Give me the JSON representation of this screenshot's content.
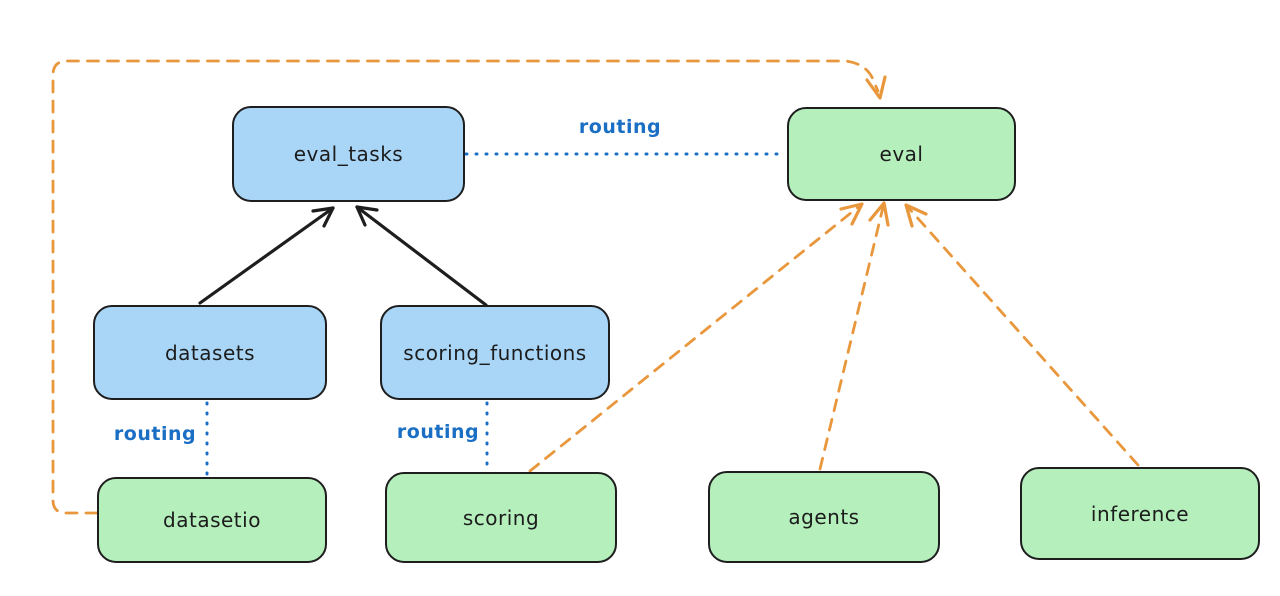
{
  "colors": {
    "background": "#ffffff",
    "api_fill": "#a9d6f7",
    "provider_fill": "#b4efbc",
    "stroke": "#1e1e1e",
    "black_arrow": "#1e1e1e",
    "routing": "#1a6fc4",
    "orange": "#e9973d"
  },
  "nodes": [
    {
      "id": "eval_tasks",
      "label": "eval_tasks",
      "kind": "api"
    },
    {
      "id": "eval",
      "label": "eval",
      "kind": "provider"
    },
    {
      "id": "datasets",
      "label": "datasets",
      "kind": "api"
    },
    {
      "id": "scoring_functions",
      "label": "scoring_functions",
      "kind": "api"
    },
    {
      "id": "datasetio",
      "label": "datasetio",
      "kind": "provider"
    },
    {
      "id": "scoring",
      "label": "scoring",
      "kind": "provider"
    },
    {
      "id": "agents",
      "label": "agents",
      "kind": "provider"
    },
    {
      "id": "inference",
      "label": "inference",
      "kind": "provider"
    }
  ],
  "edges": [
    {
      "from": "datasets",
      "to": "eval_tasks",
      "style": "solid-arrow",
      "color": "black",
      "label": ""
    },
    {
      "from": "scoring_functions",
      "to": "eval_tasks",
      "style": "solid-arrow",
      "color": "black",
      "label": ""
    },
    {
      "from": "eval_tasks",
      "to": "eval",
      "style": "dotted",
      "color": "blue",
      "label": "routing"
    },
    {
      "from": "datasets",
      "to": "datasetio",
      "style": "dotted",
      "color": "blue",
      "label": "routing"
    },
    {
      "from": "scoring_functions",
      "to": "scoring",
      "style": "dotted",
      "color": "blue",
      "label": "routing"
    },
    {
      "from": "datasetio",
      "to": "eval",
      "style": "dashed-arrow",
      "color": "orange",
      "label": ""
    },
    {
      "from": "scoring",
      "to": "eval",
      "style": "dashed-arrow",
      "color": "orange",
      "label": ""
    },
    {
      "from": "agents",
      "to": "eval",
      "style": "dashed-arrow",
      "color": "orange",
      "label": ""
    },
    {
      "from": "inference",
      "to": "eval",
      "style": "dashed-arrow",
      "color": "orange",
      "label": ""
    }
  ]
}
